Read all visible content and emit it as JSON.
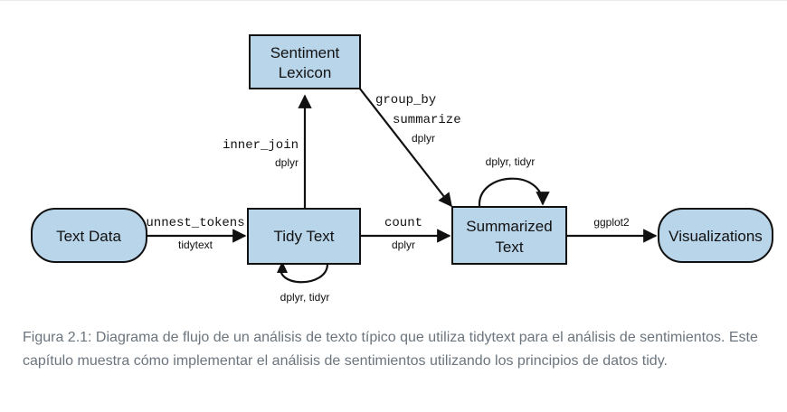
{
  "diagram": {
    "nodes": {
      "sentiment_lexicon": {
        "line1": "Sentiment",
        "line2": "Lexicon"
      },
      "text_data": {
        "label": "Text Data"
      },
      "tidy_text": {
        "label": "Tidy Text"
      },
      "summarized_text": {
        "line1": "Summarized",
        "line2": "Text"
      },
      "visualizations": {
        "label": "Visualizations"
      }
    },
    "edges": {
      "text_to_tidy": {
        "function": "unnest_tokens",
        "package": "tidytext"
      },
      "tidy_to_lexicon": {
        "function": "inner_join",
        "package": "dplyr"
      },
      "lexicon_to_summarized": {
        "function1": "group_by",
        "function2": "summarize",
        "package": "dplyr"
      },
      "tidy_to_summarized": {
        "function": "count",
        "package": "dplyr"
      },
      "summarized_to_vis": {
        "package": "ggplot2"
      },
      "tidy_loop": {
        "package": "dplyr, tidyr"
      },
      "summarized_loop": {
        "package": "dplyr, tidyr"
      }
    },
    "colors": {
      "node_fill": "#b9d5ea",
      "stroke": "#111111"
    }
  },
  "caption": "Figura 2.1: Diagrama de flujo de un análisis de texto típico que utiliza tidytext para el análisis de sentimientos. Este capítulo muestra cómo implementar el análisis de sentimientos utilizando los principios de datos tidy."
}
